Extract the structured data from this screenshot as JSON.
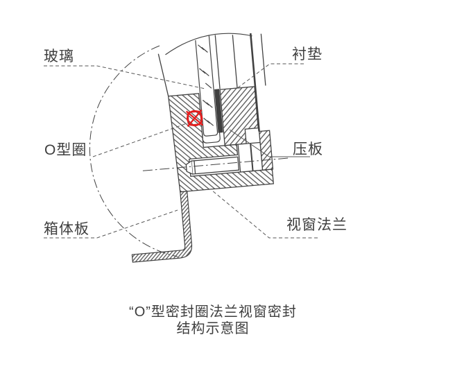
{
  "figure": {
    "labels": {
      "glass": "玻璃",
      "liner": "衬垫",
      "o_ring": "O型圈",
      "press_plate": "压板",
      "box_plate": "箱体板",
      "window_flange": "视窗法兰"
    },
    "caption": {
      "line1": "“O”型密封圈法兰视窗密封",
      "line2": "结构示意图"
    },
    "colors": {
      "ink": "#424242",
      "hatch": "#4e4e4e",
      "o_ring_marker": "#e41e1e",
      "background": "#ffffff"
    }
  }
}
